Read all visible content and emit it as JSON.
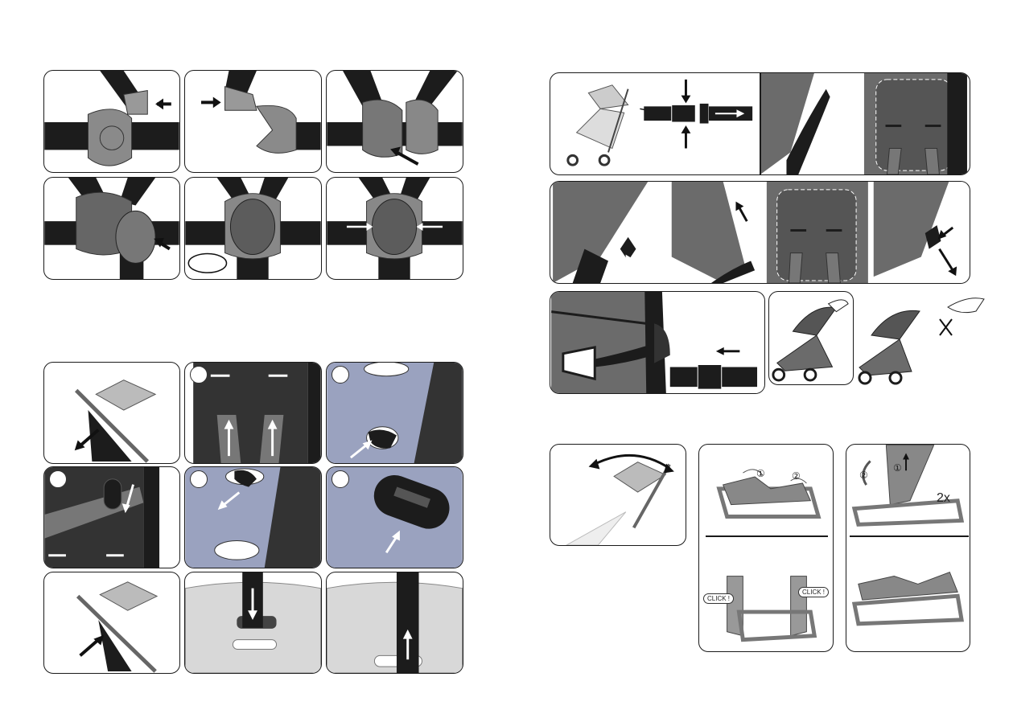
{
  "page": {
    "background": "#ffffff",
    "accent_dark": "#1c1c1c",
    "accent_grey": "#6b6b6b",
    "accent_blue": "#9aa2bf"
  },
  "labels": {
    "click_left": "CLICK !",
    "click_right": "CLICK !",
    "repeat": "2x",
    "step_one_a": "①",
    "step_two_a": "②",
    "step_one_b": "①",
    "step_two_b": "②"
  },
  "icons": {
    "arrow": "arrow-icon",
    "hand": "hand-icon",
    "cross": "cross-icon",
    "buckle": "buckle-icon",
    "stroller": "stroller-icon"
  }
}
